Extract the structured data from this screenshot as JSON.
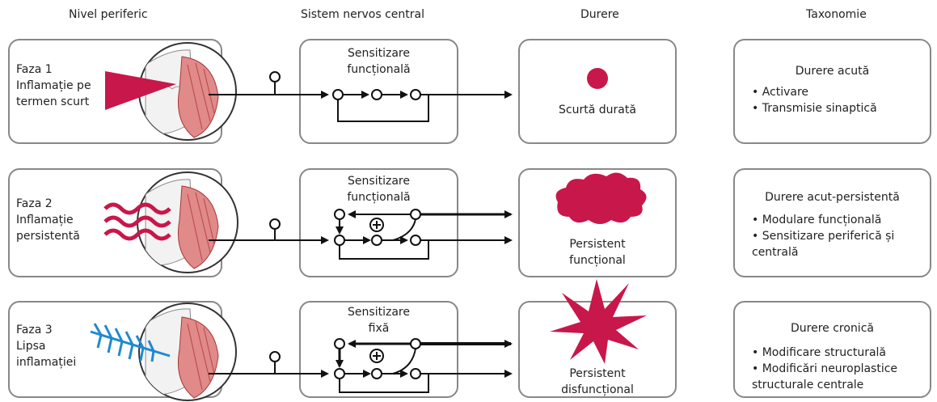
{
  "headers": {
    "peripheral": "Nivel periferic",
    "cns": "Sistem nervos central",
    "pain": "Durere",
    "taxonomy": "Taxonomie"
  },
  "rows": [
    {
      "phase": "Faza 1",
      "phase_line2": "Inflamație pe",
      "phase_line3": "termen scurt",
      "cns_line1": "Sensitizare",
      "cns_line2": "funcțională",
      "pain_line1": "Scurtă durată",
      "pain_line2": "",
      "tax_title": "Durere acută",
      "tax_items": [
        "• Activare",
        "• Transmisie sinaptică"
      ]
    },
    {
      "phase": "Faza 2",
      "phase_line2": "Inflamație",
      "phase_line3": "persistentă",
      "cns_line1": "Sensitizare",
      "cns_line2": "funcțională",
      "pain_line1": "Persistent",
      "pain_line2": "funcțional",
      "tax_title": "Durere acut-persistentă",
      "tax_items": [
        "• Modulare funcțională",
        "• Sensitizare periferică și",
        "centrală"
      ]
    },
    {
      "phase": "Faza 3",
      "phase_line2": "Lipsa",
      "phase_line3": "inflamației",
      "cns_line1": "Sensitizare",
      "cns_line2": "fixă",
      "pain_line1": "Persistent",
      "pain_line2": "disfuncțional",
      "tax_title": "Durere cronică",
      "tax_items": [
        "• Modificare structurală",
        "• Modificări neuroplastice",
        "structurale centrale"
      ]
    }
  ],
  "colors": {
    "accent": "#c8174a",
    "nerve_blue": "#1f8ad0",
    "muscle": "#e08a8a",
    "border": "#888888"
  }
}
